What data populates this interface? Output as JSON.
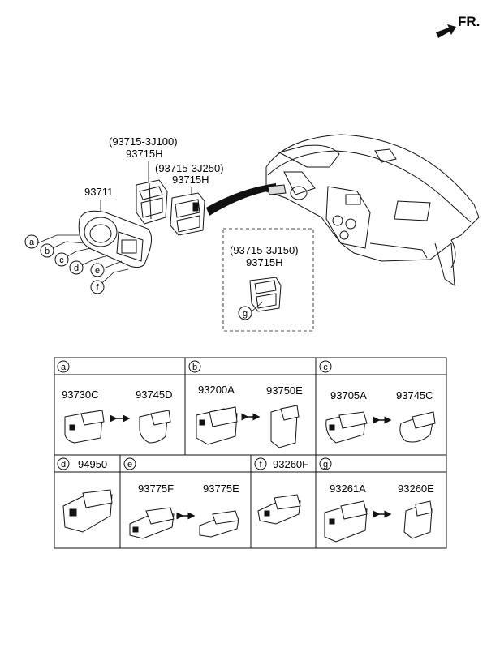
{
  "header": {
    "direction_label": "FR."
  },
  "top_labels": {
    "assy_upper_alt": "(93715-3J100)",
    "assy_upper": "93715H",
    "assy_mid_alt": "(93715-3J250)",
    "assy_mid": "93715H",
    "bezel_part": "93711",
    "detail_alt": "(93715-3J150)",
    "detail_part": "93715H"
  },
  "callouts": [
    "a",
    "b",
    "c",
    "d",
    "e",
    "f",
    "g"
  ],
  "table": {
    "row1": [
      {
        "letter": "a",
        "parts": [
          "93730C",
          "93745D"
        ]
      },
      {
        "letter": "b",
        "parts": [
          "93200A",
          "93750E"
        ]
      },
      {
        "letter": "c",
        "parts": [
          "93705A",
          "93745C"
        ]
      }
    ],
    "row2": [
      {
        "letter": "d",
        "parts": [
          "94950"
        ]
      },
      {
        "letter": "e",
        "parts": [
          "93775F",
          "93775E"
        ]
      },
      {
        "letter": "f",
        "parts": [
          "93260F"
        ]
      },
      {
        "letter": "g",
        "parts": [
          "93261A",
          "93260E"
        ]
      }
    ]
  }
}
